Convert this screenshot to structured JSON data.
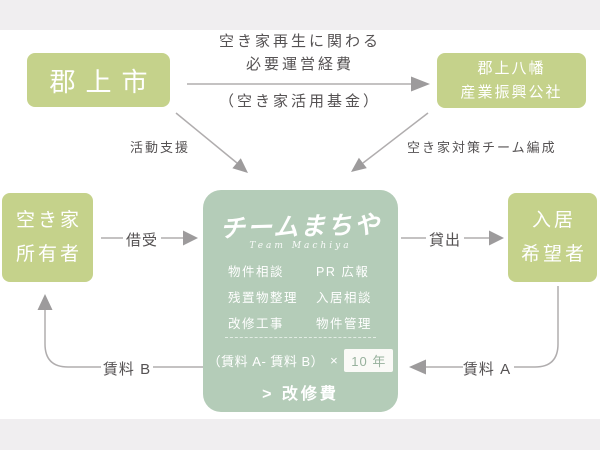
{
  "colors": {
    "party_box": "#c5d28b",
    "team_box": "#b4ccb8",
    "band": "#f0eef0",
    "text": "#555253",
    "arrow": "#9d9b9c"
  },
  "top_flow": {
    "source": "郡上市",
    "target_line1": "郡上八幡",
    "target_line2": "産業振興公社",
    "caption_line1": "空き家再生に関わる",
    "caption_line2": "必要運営経費",
    "caption_line3": "（空き家活用基金）",
    "left_branch_label": "活動支援",
    "right_branch_label": "空き家対策チーム編成"
  },
  "left_box": {
    "line1": "空き家",
    "line2": "所有者"
  },
  "right_box": {
    "line1": "入居",
    "line2": "希望者"
  },
  "team": {
    "logo": "チームまちや",
    "logo_sub": "Team Machiya",
    "services_left": [
      "物件相談",
      "残置物整理",
      "改修工事"
    ],
    "services_right": [
      "PR 広報",
      "入居相談",
      "物件管理"
    ],
    "formula_expr": "（賃料 A- 賃料 B）",
    "formula_operator": "×",
    "formula_chip": "10 年",
    "formula_result": "> 改修費"
  },
  "flows": {
    "borrow": "借受",
    "lease": "貸出",
    "rent_b": "賃料 B",
    "rent_a": "賃料 A"
  }
}
